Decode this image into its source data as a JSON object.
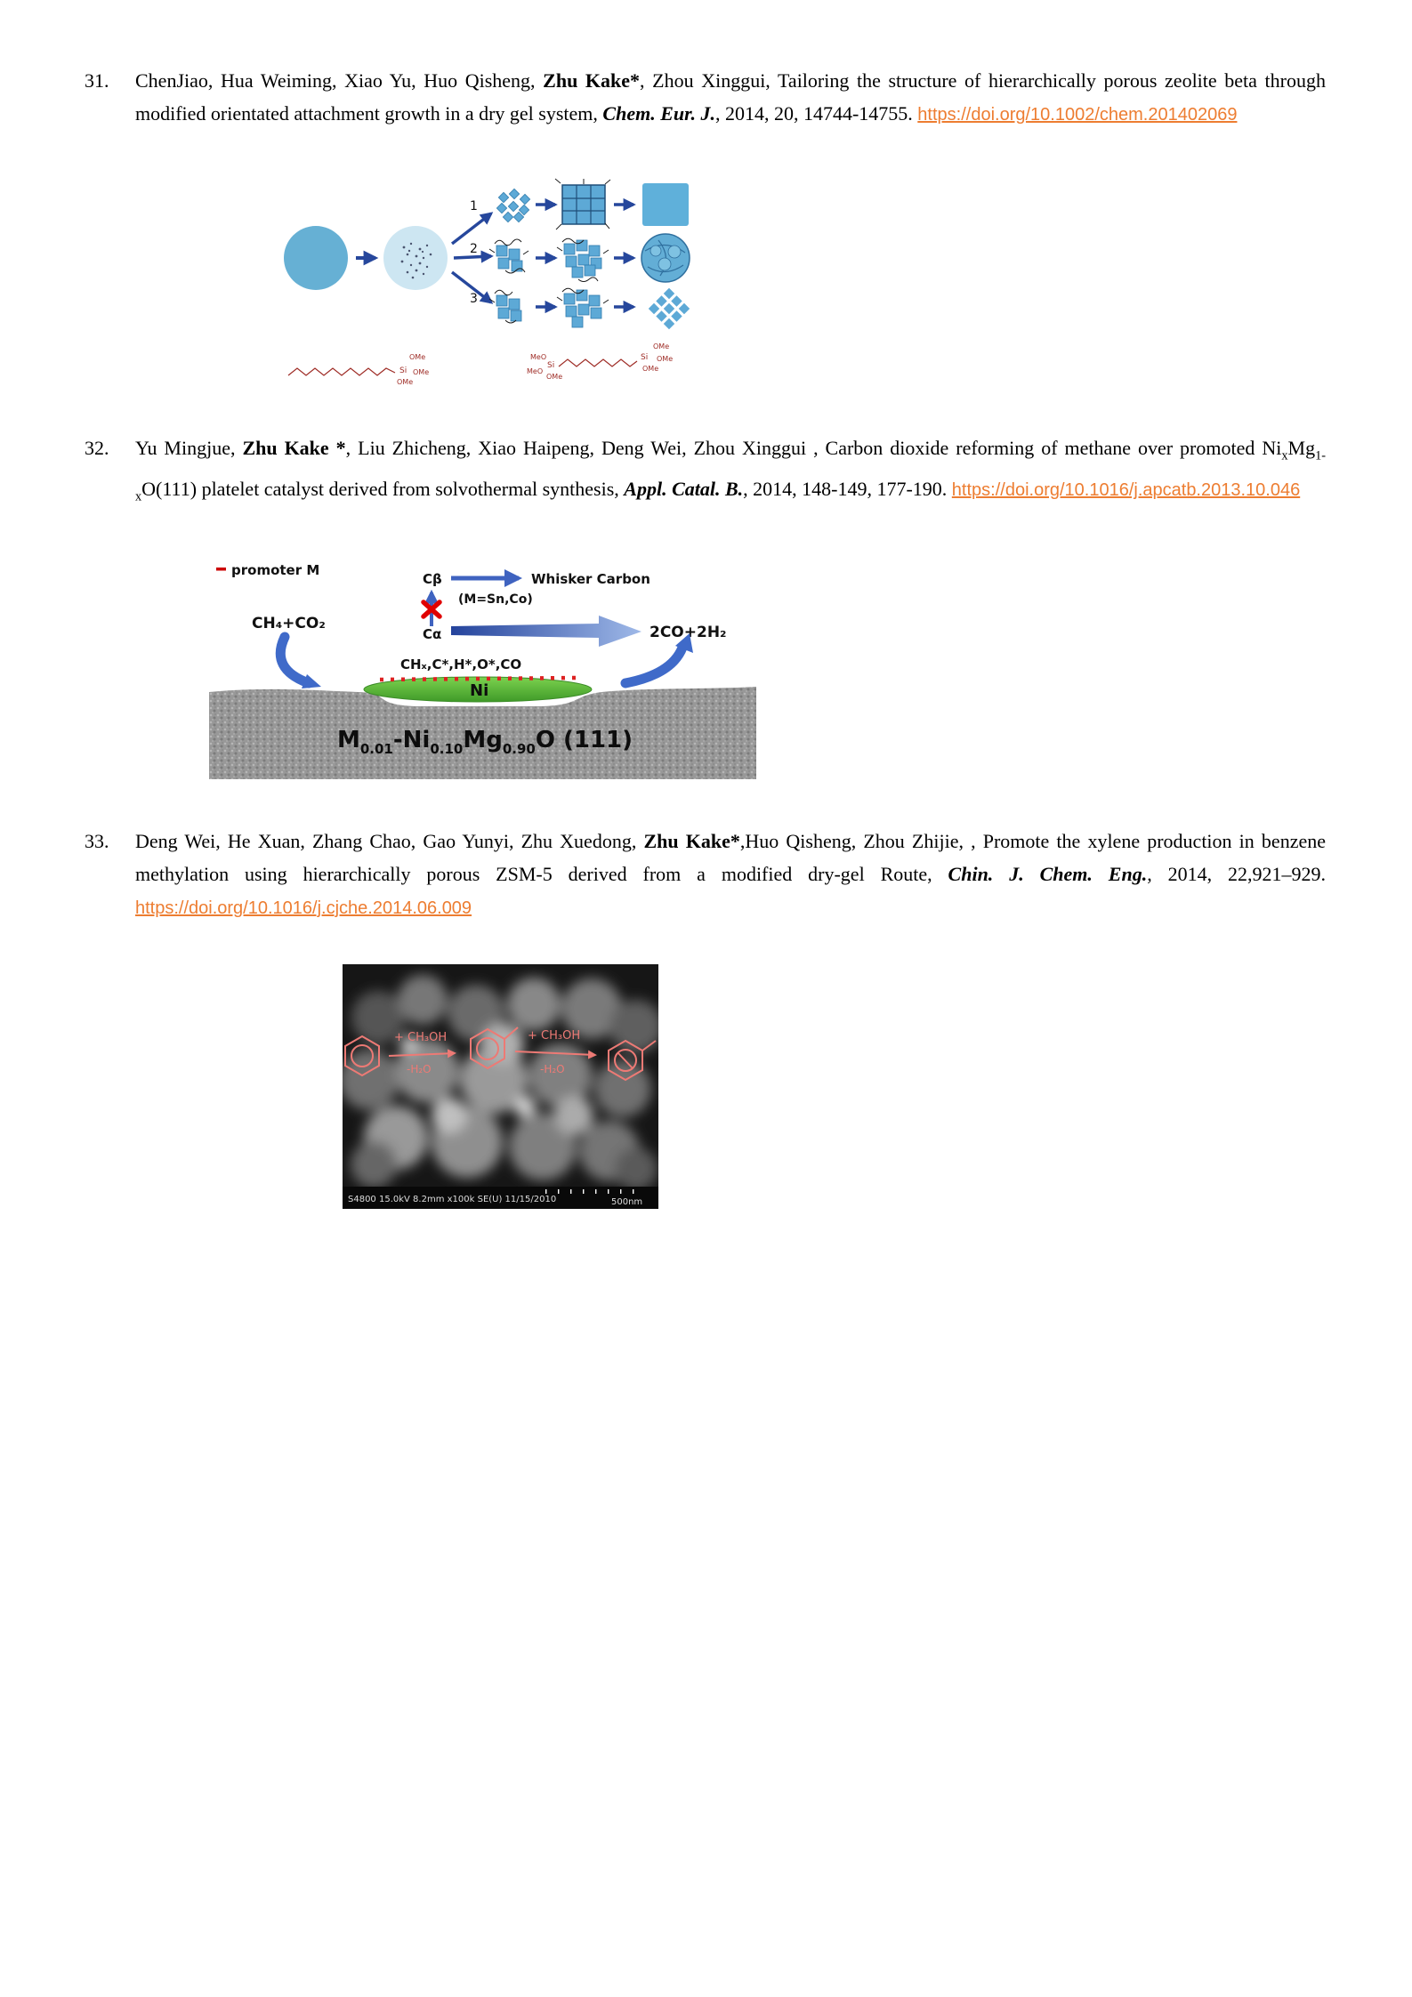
{
  "references": [
    {
      "number": "31.",
      "segments": [
        {
          "text": "ChenJiao, Hua Weiming, Xiao Yu, Huo Qisheng, ",
          "style": "normal"
        },
        {
          "text": "Zhu Kake*",
          "style": "bold"
        },
        {
          "text": ", Zhou Xinggui, Tailoring the structure of hierarchically porous zeolite beta through modified orientated attachment growth in a dry gel system, ",
          "style": "normal"
        },
        {
          "text": "Chem. Eur. J.",
          "style": "bolditalic"
        },
        {
          "text": ", 2014, 20, 14744-14755. ",
          "style": "normal"
        },
        {
          "text": "https://doi.org/10.1002/chem.201402069",
          "style": "link"
        }
      ]
    },
    {
      "number": "32.",
      "segments": [
        {
          "text": "Yu Mingjue, ",
          "style": "normal"
        },
        {
          "text": "Zhu Kake *",
          "style": "bold"
        },
        {
          "text": ", Liu Zhicheng, Xiao Haipeng, Deng Wei, Zhou Xinggui , Carbon dioxide reforming of methane over promoted Ni",
          "style": "normal"
        },
        {
          "text": "x",
          "style": "sub"
        },
        {
          "text": "Mg",
          "style": "normal"
        },
        {
          "text": "1-x",
          "style": "sub"
        },
        {
          "text": "O(111) platelet catalyst derived from solvothermal synthesis, ",
          "style": "normal"
        },
        {
          "text": "Appl. Catal. B.",
          "style": "bolditalic"
        },
        {
          "text": ", 2014, 148-149, 177-190. ",
          "style": "normal"
        },
        {
          "text": "https://doi.org/10.1016/j.apcatb.2013.10.046",
          "style": "link"
        }
      ]
    },
    {
      "number": "33.",
      "segments": [
        {
          "text": "Deng Wei, He Xuan, Zhang Chao, Gao Yunyi, Zhu Xuedong, ",
          "style": "normal"
        },
        {
          "text": "Zhu Kake*",
          "style": "bold"
        },
        {
          "text": ",Huo Qisheng, Zhou Zhijie, , Promote the xylene production in benzene methylation using hierarchically porous ZSM-5 derived from a modified dry-gel Route, ",
          "style": "normal"
        },
        {
          "text": "Chin. J. Chem. Eng.",
          "style": "bolditalic"
        },
        {
          "text": ", 2014, 22,921–929. ",
          "style": "normal"
        },
        {
          "text": "https://doi.org/10.1016/j.cjche.2014.06.009",
          "style": "link"
        }
      ]
    }
  ],
  "figure31": {
    "steps": [
      "1",
      "2",
      "3"
    ],
    "silane_left": {
      "ome1": "OMe",
      "si": "Si",
      "ome2": "OMe",
      "ome3": "OMe"
    },
    "silane_mid": {
      "meo1": "MeO",
      "meo2": "MeO",
      "si": "Si",
      "ome": "OMe"
    },
    "silane_right": {
      "ome1": "OMe",
      "si": "Si",
      "ome2": "OMe",
      "ome3": "OMe"
    }
  },
  "figure32": {
    "promoter": "promoter M",
    "reactants": "CH₄+CO₂",
    "c_beta": "Cβ",
    "whisker": "Whisker Carbon",
    "m_note": "(M=Sn,Co)",
    "c_alpha": "Cα",
    "intermediates": "CHₓ,C*,H*,O*,CO",
    "ni_label": "Ni",
    "products": "2CO+2H₂",
    "support": {
      "p1": "M",
      "s1": "0.01",
      "p2": "-Ni",
      "s2": "0.10",
      "p3": "Mg",
      "s3": "0.90",
      "p4": "O (111)"
    }
  },
  "figure33": {
    "arrow1_top": "+ CH₃OH",
    "arrow1_bottom": "-H₂O",
    "arrow2_top": "+ CH₃OH",
    "arrow2_bottom": "-H₂O",
    "status_bar": "S4800 15.0kV 8.2mm x100k SE(U) 11/15/2010",
    "scale_label": "500nm"
  },
  "colors": {
    "link_orange": "#ED7D31",
    "scheme_blue": "#5da9d6",
    "arrow_navy": "#26479c",
    "dark_red": "#9e2b25",
    "green_ni": "#57b535",
    "overlay_red": "#ed7a75"
  }
}
